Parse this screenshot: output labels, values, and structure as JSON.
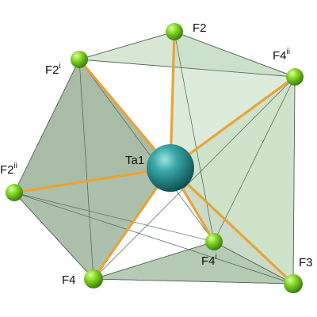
{
  "diagram": {
    "central_atom": {
      "id": "Ta1",
      "label": "Ta1",
      "color": "#1e8a8a"
    },
    "ligand_color": "#7ed321",
    "bond_color": "#e8a33a",
    "face_color": "#8fbf8f",
    "ligands": [
      {
        "id": "F2",
        "label": "F2",
        "sup": ""
      },
      {
        "id": "F2_i",
        "label": "F2",
        "sup": "i"
      },
      {
        "id": "F4_ii",
        "label": "F4",
        "sup": "ii"
      },
      {
        "id": "F2_ii",
        "label": "F2",
        "sup": "ii"
      },
      {
        "id": "F4_i",
        "label": "F4",
        "sup": "i"
      },
      {
        "id": "F4",
        "label": "F4",
        "sup": ""
      },
      {
        "id": "F3",
        "label": "F3",
        "sup": ""
      }
    ]
  }
}
